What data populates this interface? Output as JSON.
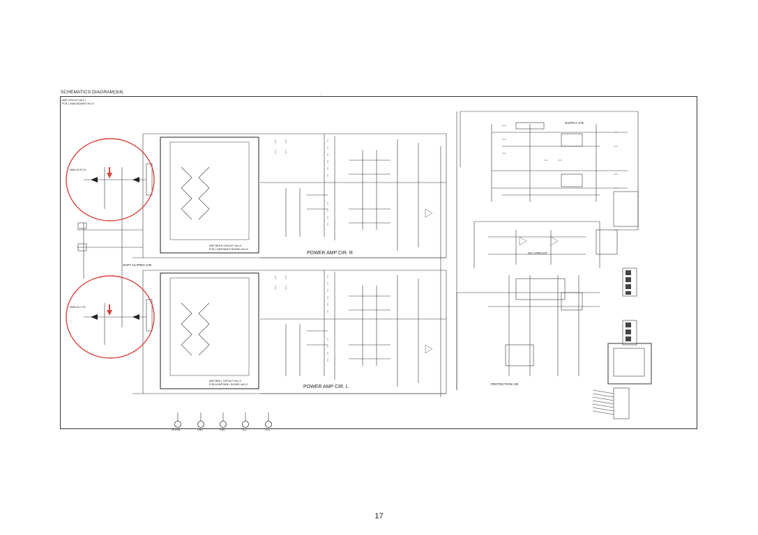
{
  "page": {
    "title": "SCHEMATICS DIAGRAM(3/4)",
    "page_number": "17"
  },
  "sheet": {
    "header_line1": "AMP CIRCUIT Ver1.1",
    "header_line2": "PCB-1 MAIN BOARD Ver2.0"
  },
  "blocks": {
    "amp_r_caption1": "AMP BKB R CIRCUIT Ver1.0",
    "amp_r_caption2": "PCB-7 AMP BKB R BOARD Ver1.0",
    "amp_l_caption1": "AMP BKB L CIRCUIT Ver1.0",
    "amp_l_caption2": "PCB-8 AMP BKB L BOARD Ver1.0",
    "power_amp_r": "POWER AMP CIR. R",
    "power_amp_l": "POWER AMP CIR. L",
    "soft_clipping": "SOFT CLIPING CIR.",
    "supply": "SUPPLY CIR.",
    "isc": "ISC CIRCUIT",
    "protection": "PROTECTION CIR."
  },
  "inputs": {
    "main_in_r": "MAIN IN R CH",
    "main_in_l": "MAIN IN L CH"
  },
  "bottom_terminals": [
    "SIGNAL",
    "GND",
    "GND",
    "VCC",
    "VCC"
  ],
  "highlight_color": "#d9423a"
}
